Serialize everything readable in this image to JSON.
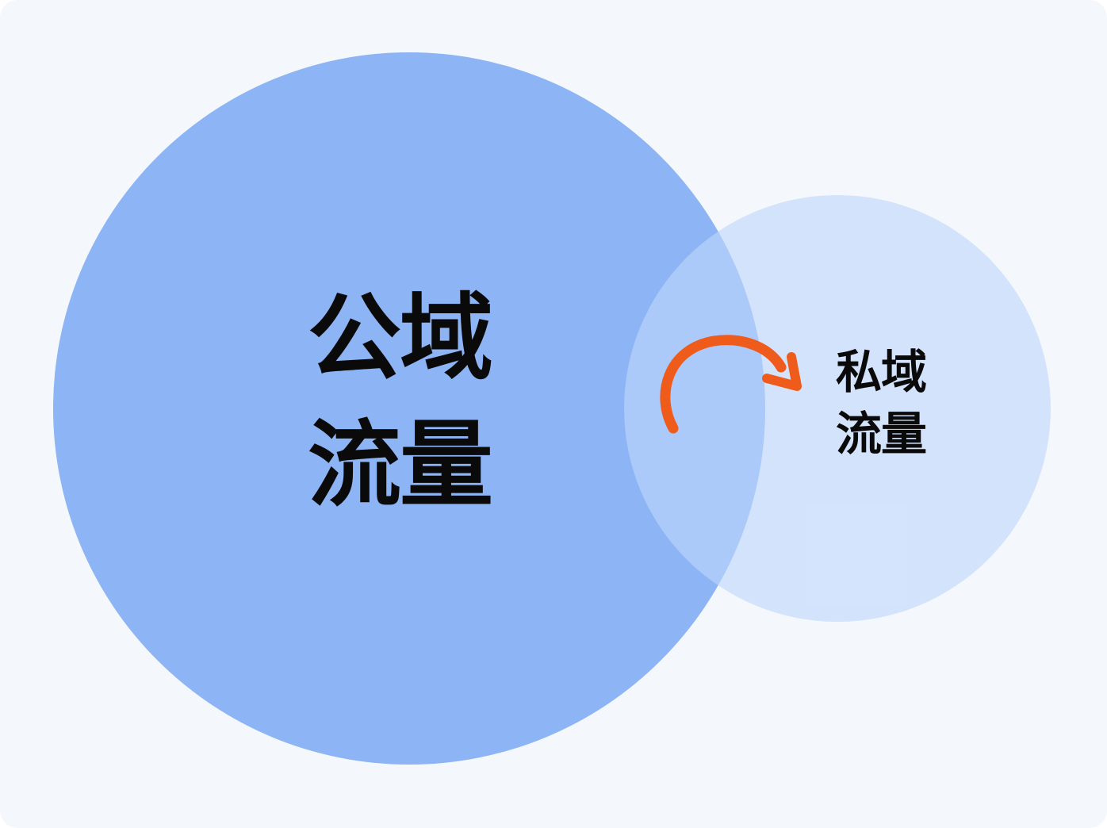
{
  "diagram": {
    "type": "venn-flow",
    "background_color": "#f4f8fd",
    "public_domain": {
      "line1": "公域",
      "line2": "流量",
      "color": "#8db4f5"
    },
    "private_domain": {
      "line1": "私域",
      "line2": "流量",
      "color": "#d3e3fd"
    },
    "arrow": {
      "from": "public_domain",
      "to": "private_domain",
      "color": "#ee5b1a"
    }
  }
}
